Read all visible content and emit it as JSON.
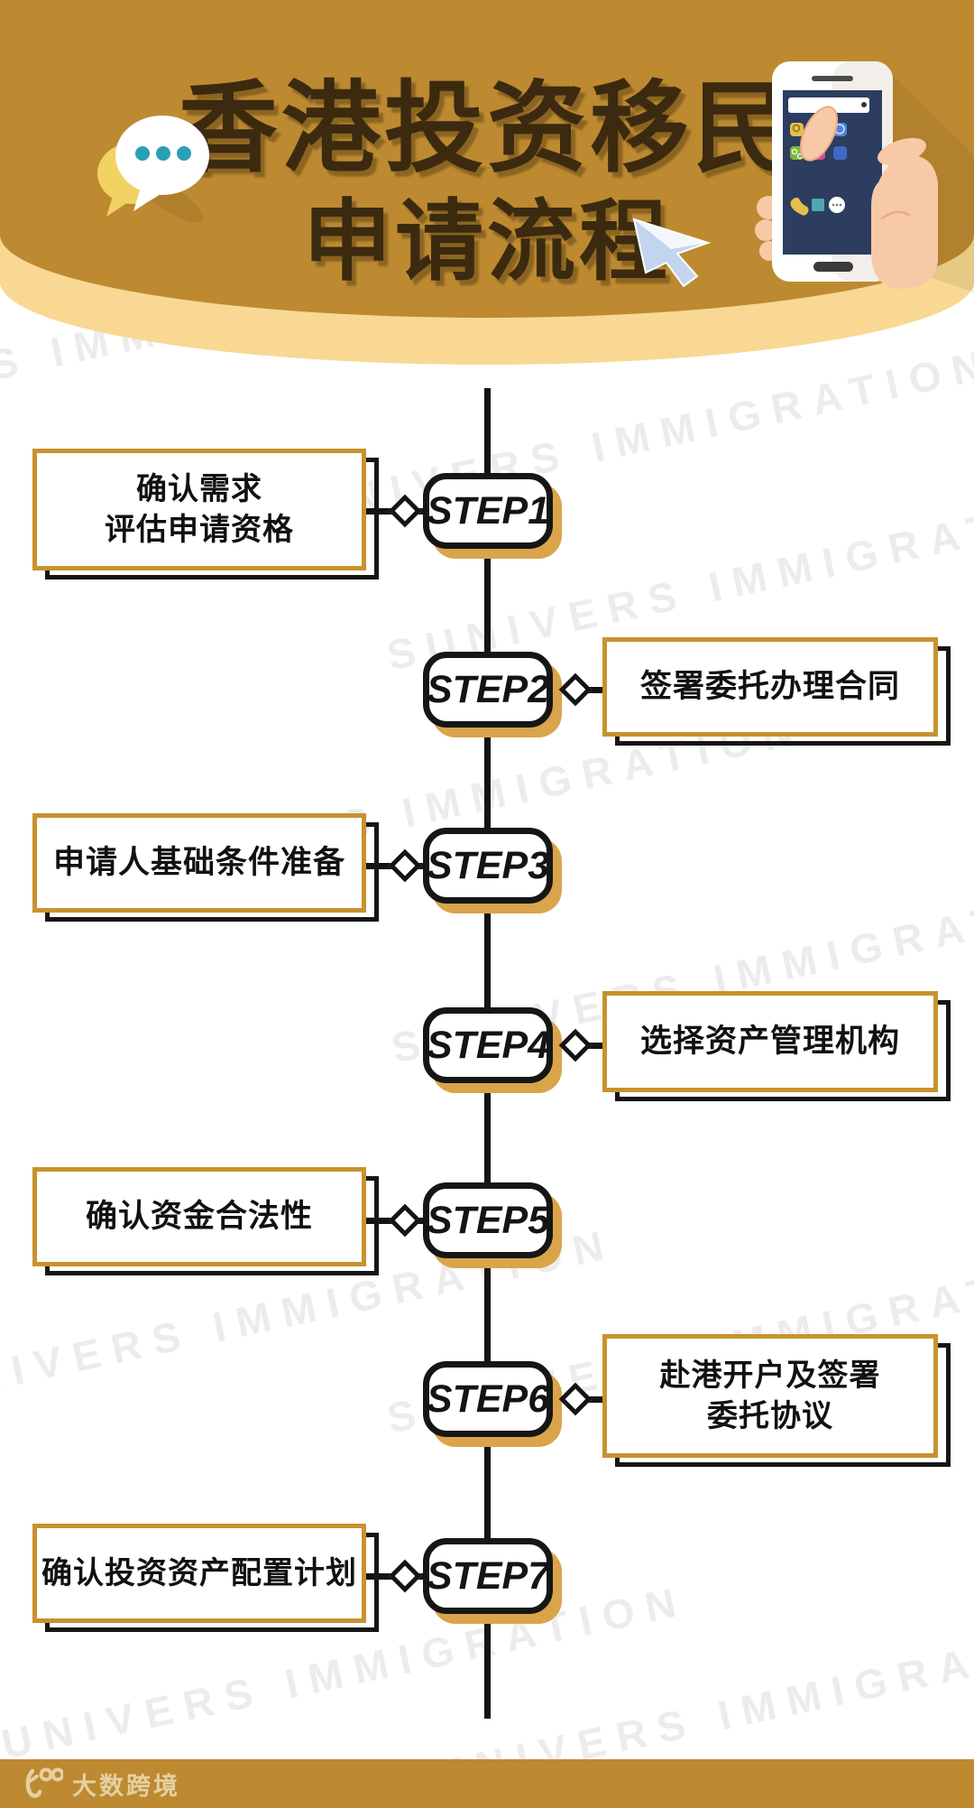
{
  "header": {
    "title_line1": "香港投资移民",
    "title_line2": "申请流程",
    "background_color": "#BD8A31",
    "band_color": "#F8D893",
    "title_color": "#3B2A0F",
    "icons": [
      "chat-bubble-icon",
      "phone-in-hand-icon",
      "cursor-arrow-icon"
    ]
  },
  "watermark": {
    "text": "SUNIVERS IMMIGRATION",
    "color": "#ECECEC"
  },
  "flow": {
    "accent_gold": "#C8922F",
    "line_color": "#141414",
    "step_shadow_gold": "#D9A44A",
    "steps": [
      {
        "label": "STEP1",
        "side": "left",
        "lines": [
          "确认需求",
          "评估申请资格"
        ]
      },
      {
        "label": "STEP2",
        "side": "right",
        "lines": [
          "签署委托办理合同"
        ]
      },
      {
        "label": "STEP3",
        "side": "left",
        "lines": [
          "申请人基础条件准备"
        ]
      },
      {
        "label": "STEP4",
        "side": "right",
        "lines": [
          "选择资产管理机构"
        ]
      },
      {
        "label": "STEP5",
        "side": "left",
        "lines": [
          "确认资金合法性"
        ]
      },
      {
        "label": "STEP6",
        "side": "right",
        "lines": [
          "赴港开户及签署",
          "委托协议"
        ]
      },
      {
        "label": "STEP7",
        "side": "left",
        "lines": [
          "确认投资资产配置计划"
        ]
      }
    ]
  },
  "footer": {
    "brand": "大数跨境",
    "logo": "dashu-100-logo",
    "background": "#BD8A31",
    "text_color": "#E5D0A2"
  }
}
